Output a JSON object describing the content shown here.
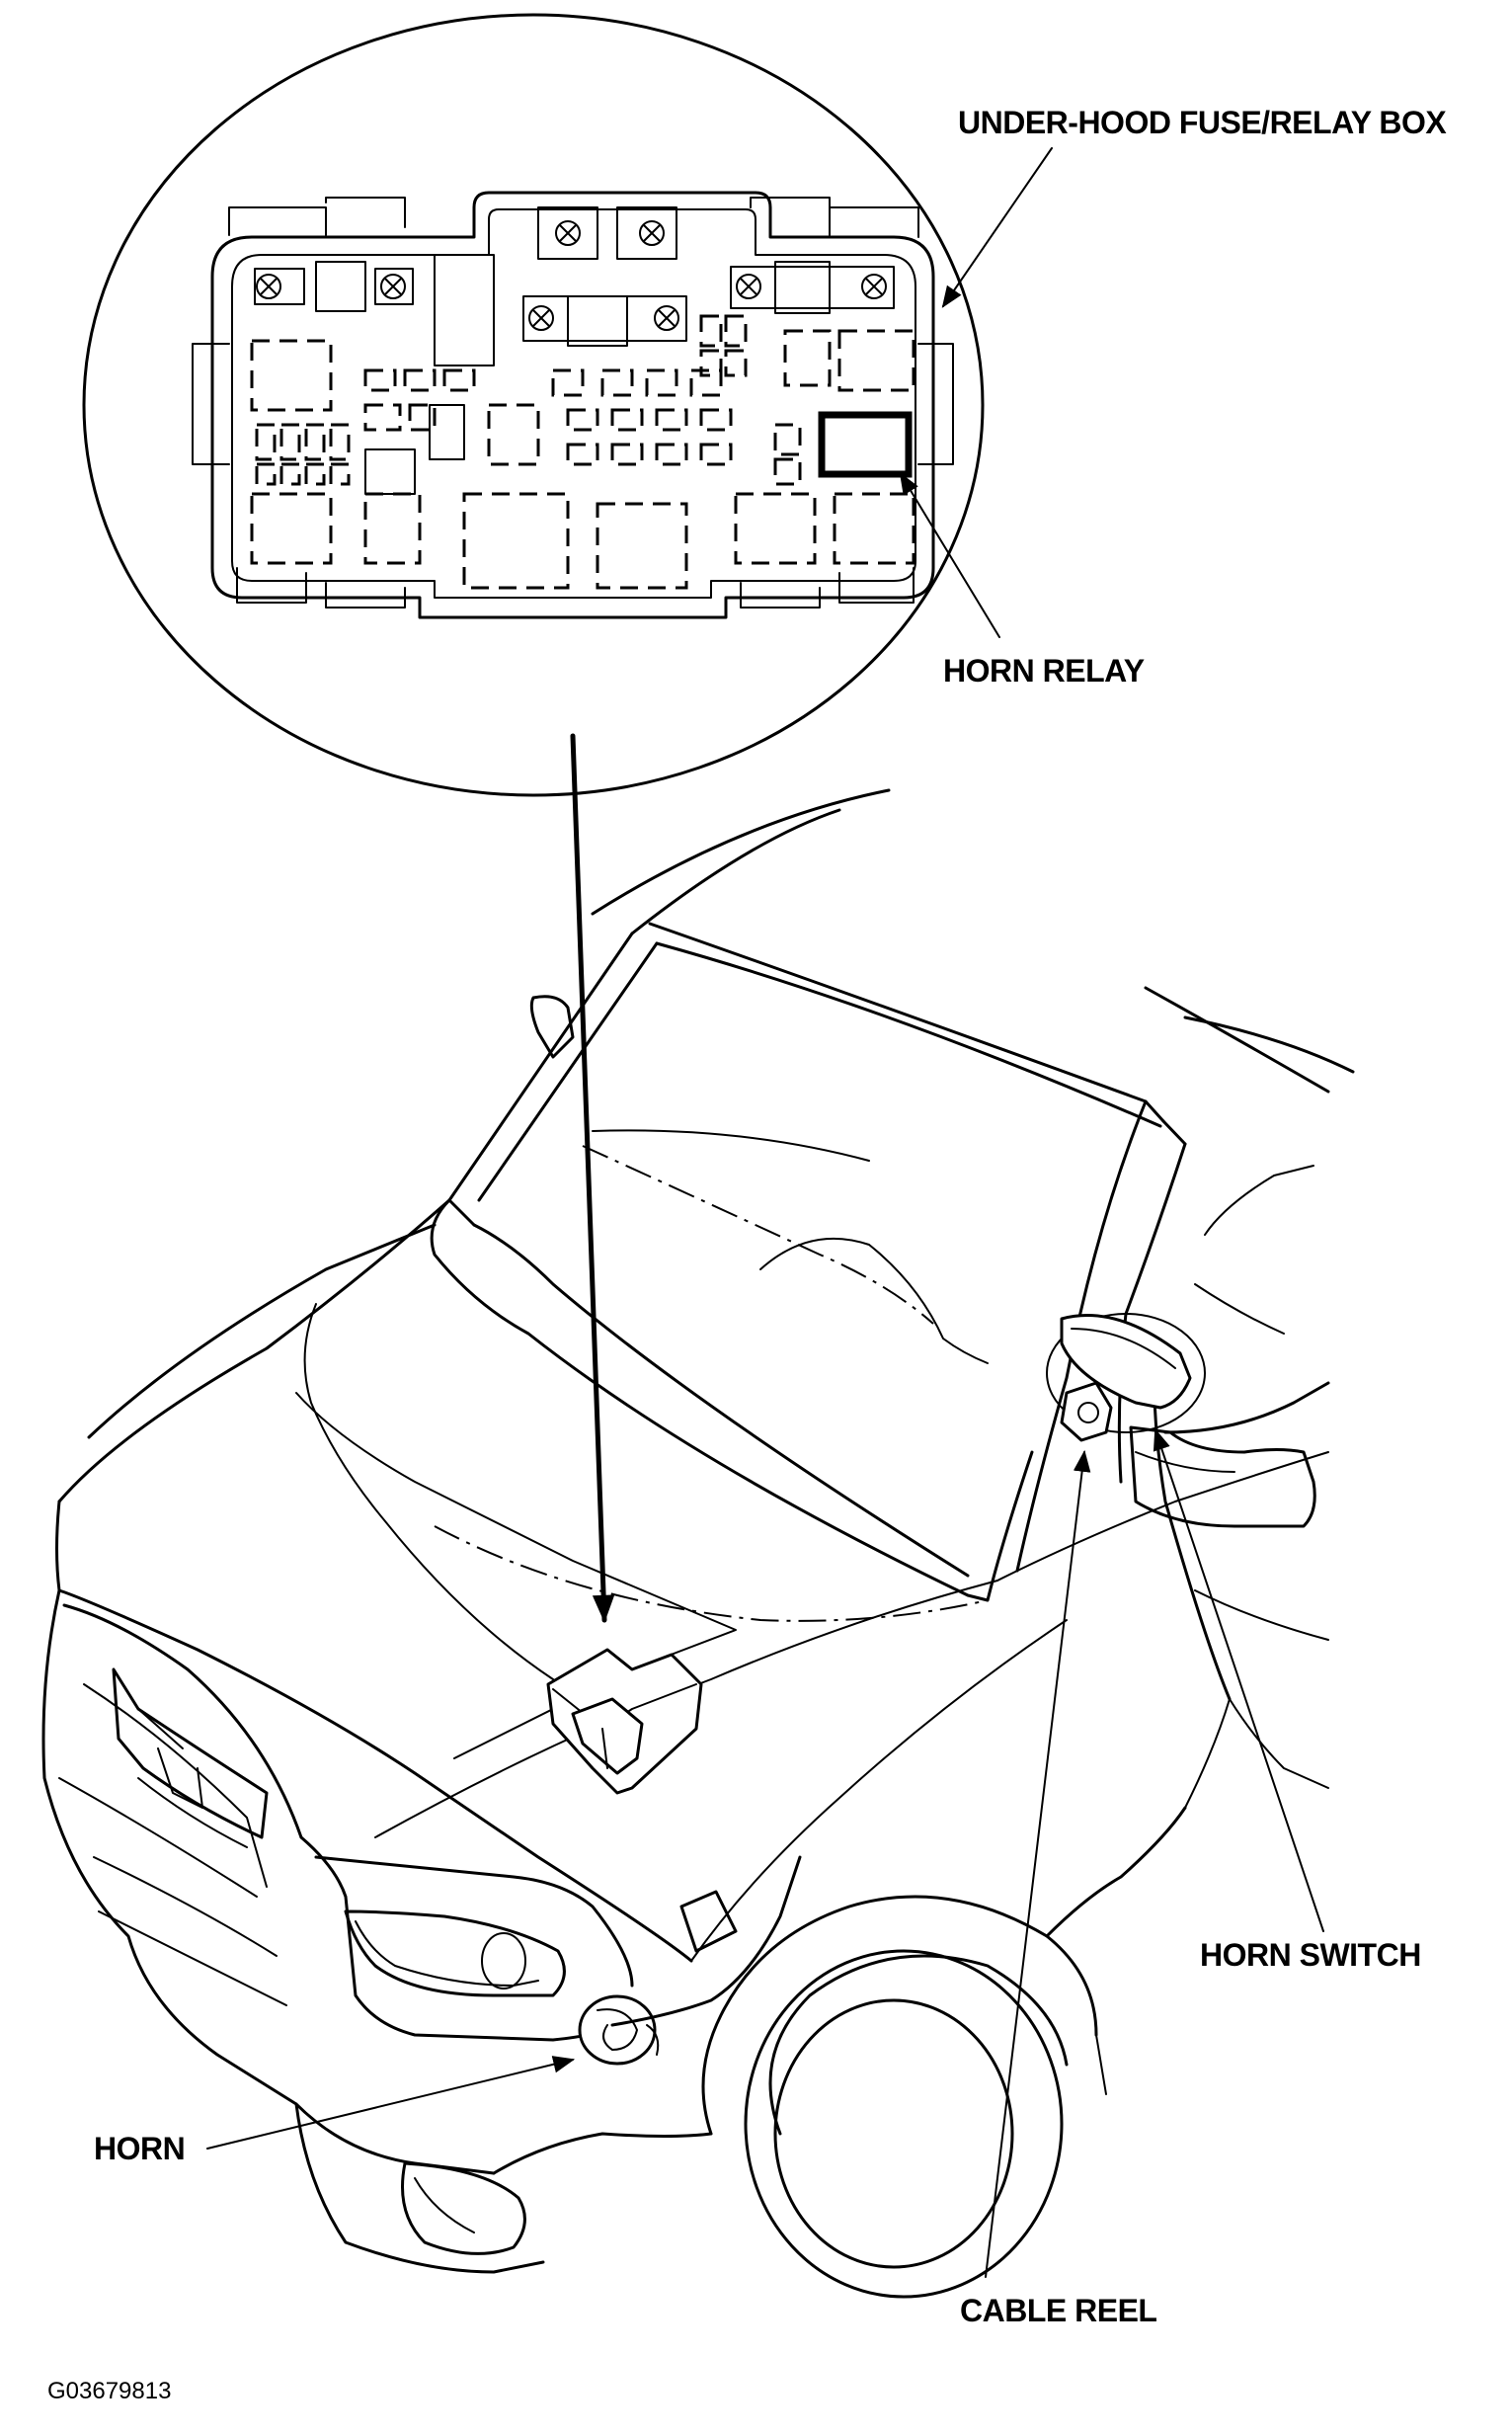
{
  "labels": {
    "fuse_box": "UNDER-HOOD FUSE/RELAY BOX",
    "horn_relay": "HORN RELAY",
    "horn_switch": "HORN SWITCH",
    "horn": "HORN",
    "cable_reel": "CABLE REEL"
  },
  "figure_code": "G03679813"
}
